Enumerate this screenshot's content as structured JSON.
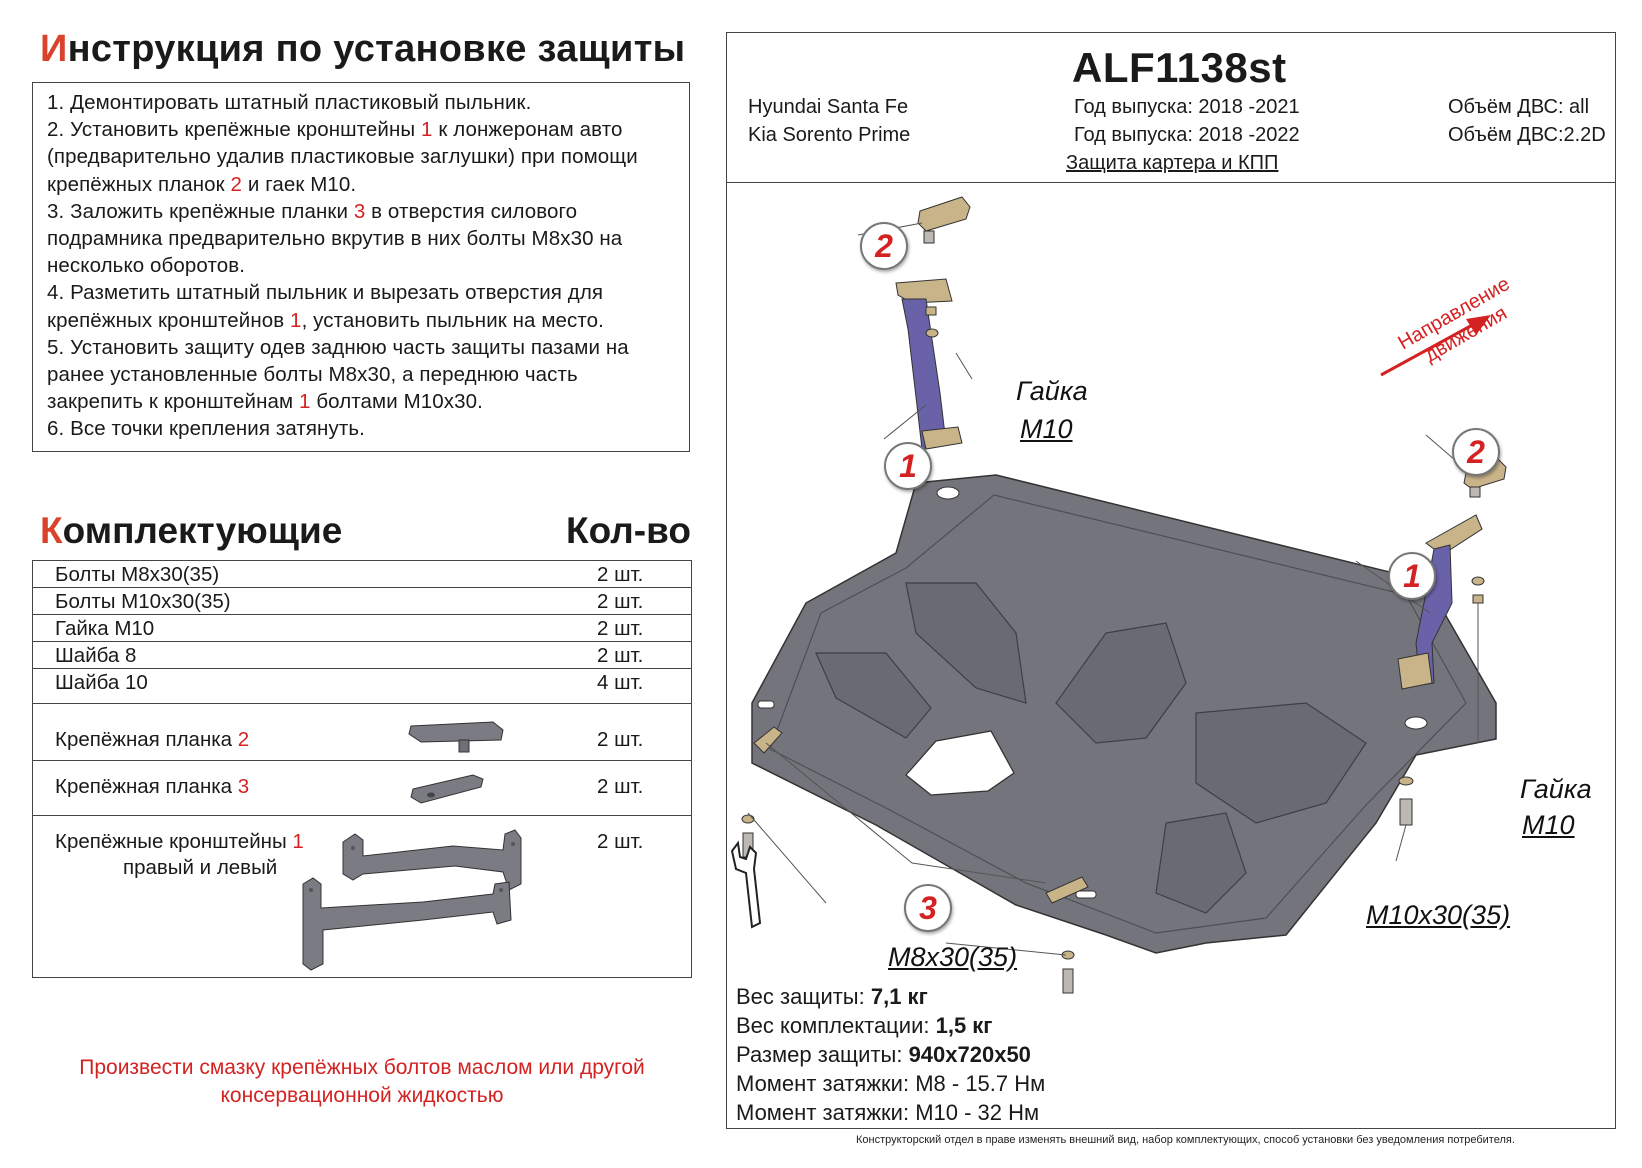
{
  "left": {
    "title_first": "И",
    "title_rest": "нструкция по установке защиты",
    "steps": [
      {
        "parts": [
          "1.   Демонтировать штатный пластиковый пыльник."
        ]
      },
      {
        "parts": [
          "2.   Установить крепёжные кронштейны ",
          "1",
          " к лонжеронам авто (предварительно удалив пластиковые заглушки) при помощи крепёжных планок ",
          "2",
          " и гаек М10."
        ]
      },
      {
        "parts": [
          "3.   Заложить крепёжные планки ",
          "3",
          " в отверстия силового подрамника предварительно вкрутив в них болты М8х30 на несколько оборотов."
        ]
      },
      {
        "parts": [
          "4.   Разметить штатный пыльник и вырезать отверстия для крепёжных кронштейнов ",
          "1",
          ", установить пыльник на место."
        ]
      },
      {
        "parts": [
          "5.   Установить защиту одев заднюю часть защиты пазами на ранее установленные болты М8х30, а переднюю часть закрепить к кронштейнам ",
          "1",
          " болтами М10х30."
        ]
      },
      {
        "parts": [
          "6.   Все точки крепления затянуть."
        ]
      }
    ],
    "components_title_first": "К",
    "components_title_rest": "омплектующие",
    "qty_title": "Кол-во",
    "components": [
      {
        "name": "Болты М8х30(35)",
        "qty": "2 шт."
      },
      {
        "name": "Болты М10х30(35)",
        "qty": "2 шт."
      },
      {
        "name": "Гайка М10",
        "qty": "2 шт."
      },
      {
        "name": "Шайба 8",
        "qty": "2 шт."
      },
      {
        "name": "Шайба 10",
        "qty": "4 шт."
      },
      {
        "name": "Крепёжная планка ",
        "num": "2",
        "qty": "2 шт."
      },
      {
        "name": "Крепёжная планка ",
        "num": "3",
        "qty": "2 шт."
      },
      {
        "name": "Крепёжные кронштейны ",
        "num": "1",
        "name2": "правый и левый",
        "qty": "2 шт."
      }
    ],
    "note": "Произвести смазку крепёжных болтов маслом или другой консервационной жидкостью"
  },
  "right": {
    "sku": "ALF1138st",
    "car1": "Hyundai Santa Fe",
    "car2": "Kia Sorento Prime",
    "year1": "Год выпуска: 2018 -2021",
    "year2": "Год выпуска: 2018 -2022",
    "engine1": "Объём ДВС: all",
    "engine2": "Объём ДВС:2.2D",
    "product": "Защита картера и КПП",
    "direction": "Направление движения",
    "callouts": {
      "nut1_line1": "Гайка",
      "nut1_line2": "М10",
      "nut2_line1": "Гайка",
      "nut2_line2": "М10",
      "bolt10": "М10х30(35)",
      "bolt8": "М8х30(35)"
    },
    "numbers": {
      "n2a": "2",
      "n1a": "1",
      "n2b": "2",
      "n1b": "1",
      "n3": "3"
    },
    "specs": [
      {
        "label": "Вес защиты: ",
        "value": "7,1 кг"
      },
      {
        "label": "Вес комплектации: ",
        "value": "1,5 кг"
      },
      {
        "label": "Размер защиты: ",
        "value": "940х720х50"
      },
      {
        "label": "Момент затяжки:  ",
        "value": "М8 - 15.7 Нм"
      },
      {
        "label": "Момент затяжки:  ",
        "value": "М10 - 32 Нм"
      }
    ],
    "disclaimer": "Конструкторский отдел в праве изменять внешний вид, набор комплектующих, способ установки без уведомления потребителя."
  },
  "colors": {
    "accent_red": "#d42222",
    "plate_gray": "#7a7b83",
    "bracket_purple": "#6a62a8",
    "pad_tan": "#c9b48a"
  }
}
